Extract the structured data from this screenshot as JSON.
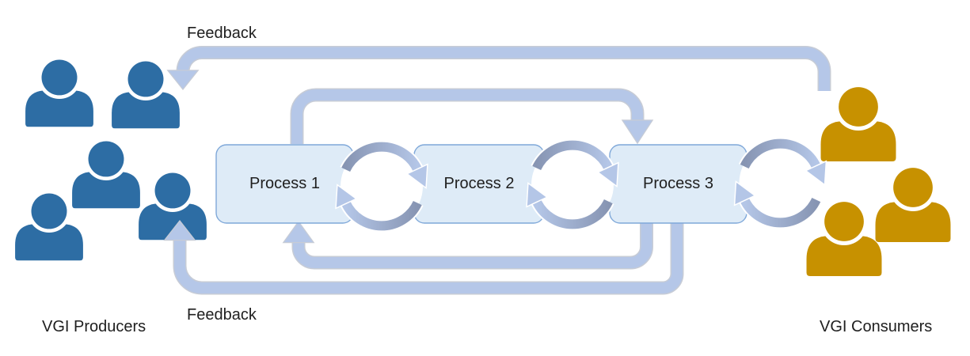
{
  "diagram": {
    "type": "process-flow",
    "feedback_top_label": "Feedback",
    "feedback_bottom_label": "Feedback",
    "producers_caption": "VGI Producers",
    "consumers_caption": "VGI Consumers",
    "processes": [
      {
        "label": "Process 1"
      },
      {
        "label": "Process 2"
      },
      {
        "label": "Process 3"
      }
    ],
    "producer_count": 5,
    "consumer_count": 3,
    "flows": [
      {
        "from": "VGI Consumers",
        "to": "VGI Producers",
        "label": "Feedback",
        "route": "top-outer-band"
      },
      {
        "from": "Process 1",
        "to": "Process 3",
        "route": "top-inner-band"
      },
      {
        "from": "Process 3",
        "to": "Process 1",
        "route": "bottom-inner-band"
      },
      {
        "from": "Process 3",
        "to": "VGI Producers",
        "label": "Feedback",
        "route": "bottom-outer-band"
      },
      {
        "between": [
          "Process 1",
          "Process 2"
        ],
        "type": "cycle-arrows"
      },
      {
        "between": [
          "Process 2",
          "Process 3"
        ],
        "type": "cycle-arrows"
      },
      {
        "between": [
          "Process 3",
          "VGI Consumers"
        ],
        "type": "cycle-arrows"
      }
    ]
  },
  "colors": {
    "background": "#FFFFFF",
    "producer_icon": "#2D6DA4",
    "consumer_icon": "#C79100",
    "band_fill": "#B5C7E8",
    "band_outline": "#C7CCD6",
    "arc_dark": "#8795B3",
    "arc_light": "#B4C6E7",
    "box_fill": "#DEEBF7",
    "box_border": "#7FA8D9",
    "text": "#202020"
  },
  "icons": {
    "producer": "person-icon",
    "consumer": "person-icon",
    "process_link": "circular-arrows-icon",
    "feedback": "elbow-arrow-icon"
  }
}
